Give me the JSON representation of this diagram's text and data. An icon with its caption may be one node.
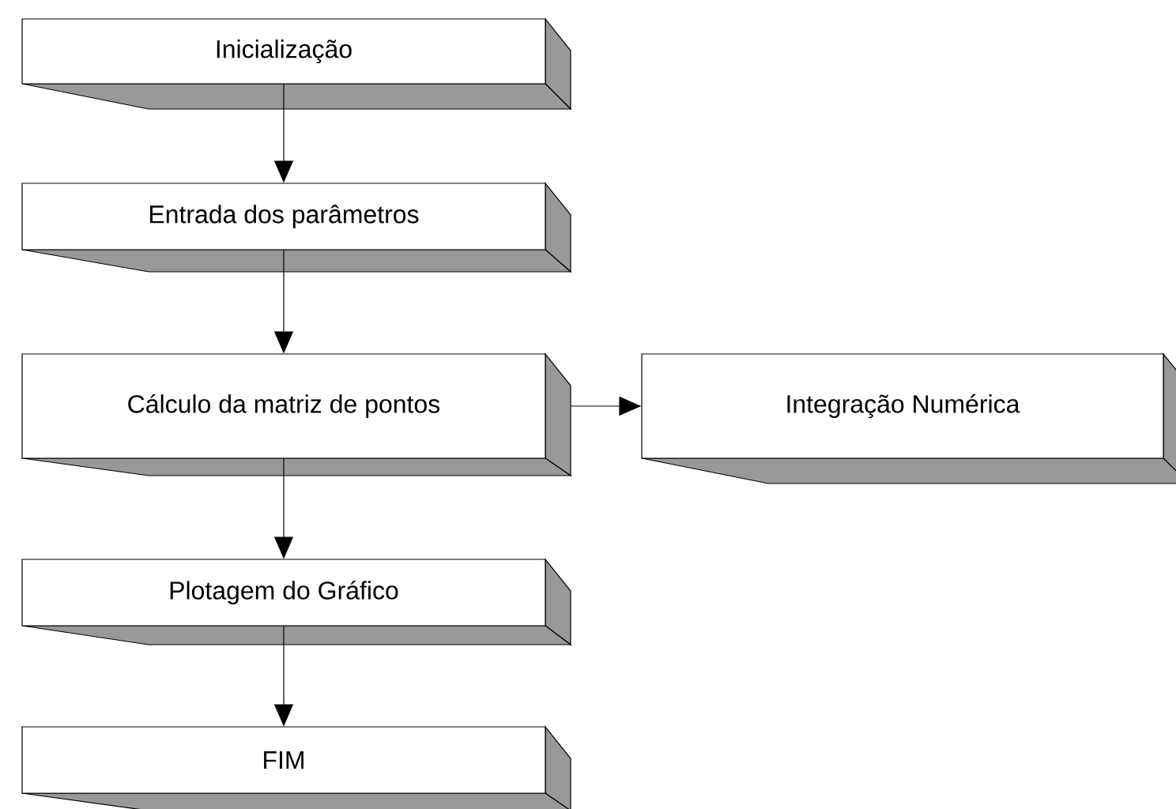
{
  "diagram": {
    "nodes": [
      {
        "text": [
          "Inicialização"
        ]
      },
      {
        "text": [
          "Entrada dos parâmetros"
        ]
      },
      {
        "text": [
          "Cálculo da matriz de pontos"
        ]
      },
      {
        "text": [
          "Integração Numérica"
        ]
      },
      {
        "text": [
          "Plotagem do Gráfico"
        ]
      },
      {
        "text": [
          "FIM"
        ]
      }
    ],
    "edges": [
      {
        "from": 0,
        "to": 1,
        "arrow": "to"
      },
      {
        "from": 1,
        "to": 2,
        "arrow": "to"
      },
      {
        "from": 2,
        "to": 3,
        "arrow": "to"
      },
      {
        "from": 2,
        "to": 4,
        "arrow": "to"
      },
      {
        "from": 4,
        "to": 5,
        "arrow": "to"
      }
    ]
  }
}
